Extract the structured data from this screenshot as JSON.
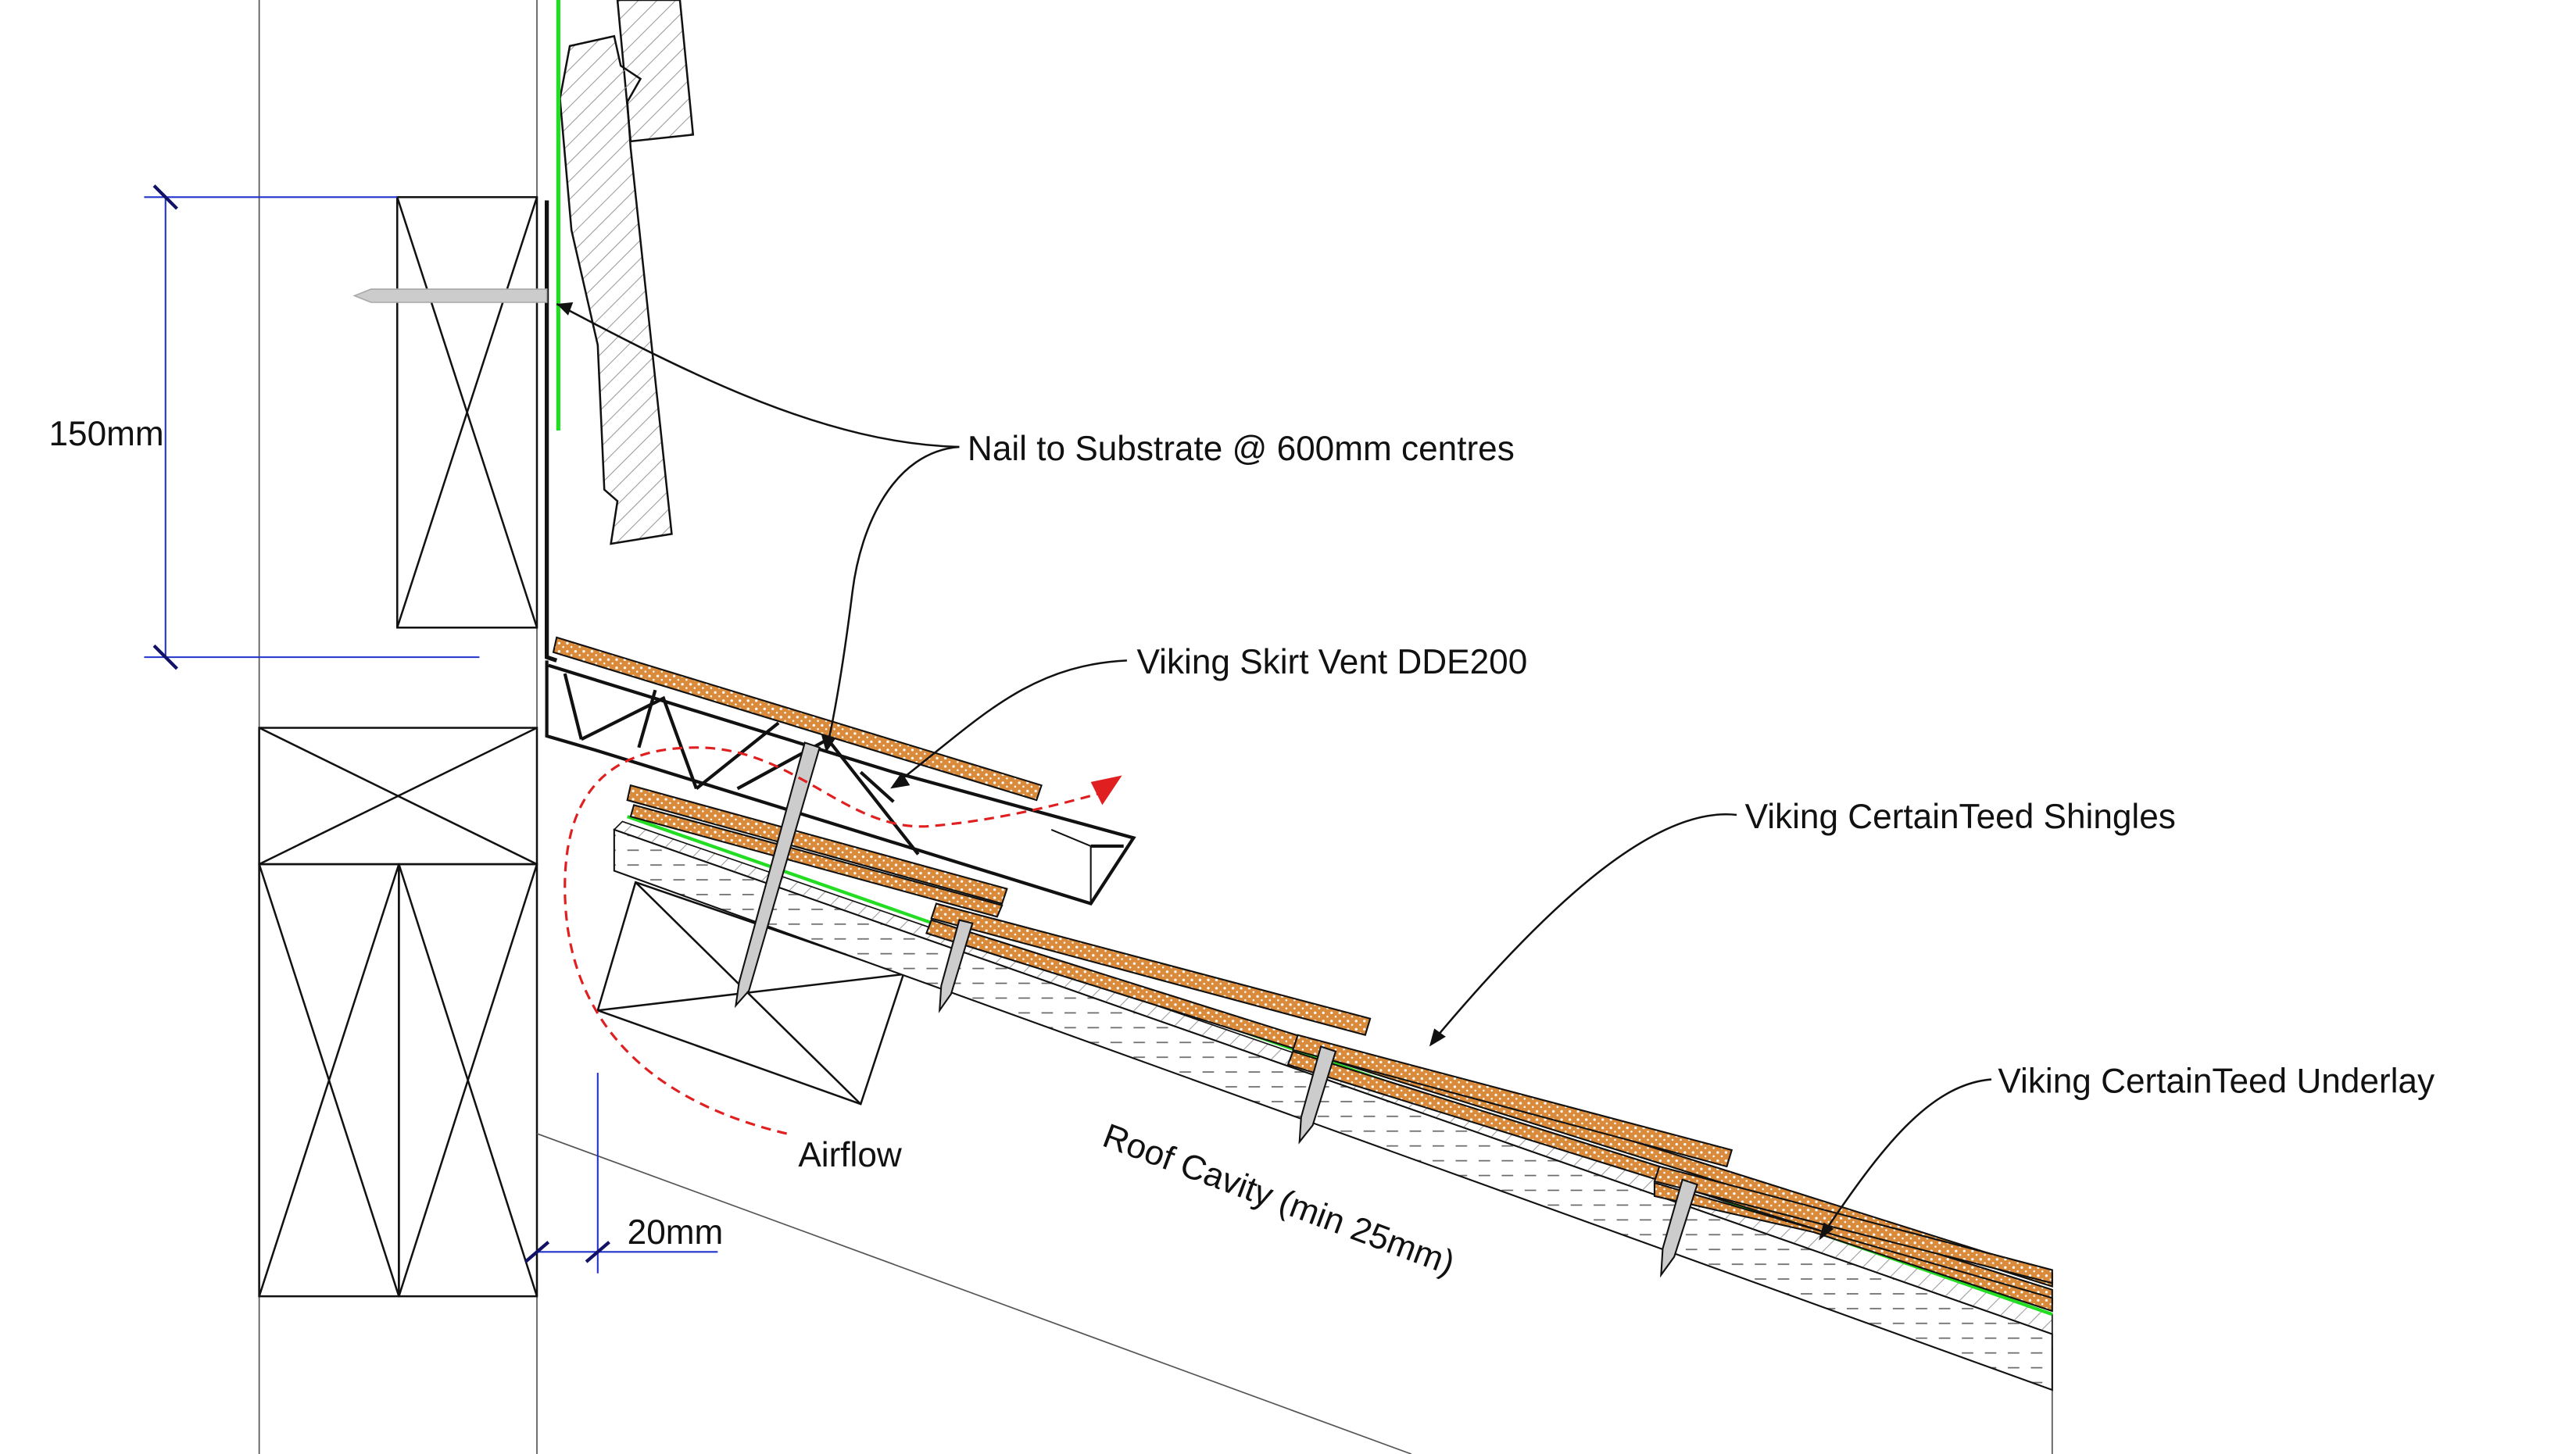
{
  "labels": {
    "nail": "Nail to Substrate @ 600mm centres",
    "vent": "Viking Skirt Vent DDE200",
    "shingles": "Viking CertainTeed Shingles",
    "underlay": "Viking CertainTeed Underlay",
    "airflow": "Airflow",
    "cavity": "Roof Cavity (min 25mm)"
  },
  "dimensions": {
    "height": "150mm",
    "gap": "20mm"
  },
  "colors": {
    "line": "#111111",
    "underlay_green": "#22dd22",
    "shingle_fill": "#d98a3a",
    "dimension_blue": "#2233cc",
    "airflow_red": "#e02020",
    "hatch_grey": "#999999"
  }
}
